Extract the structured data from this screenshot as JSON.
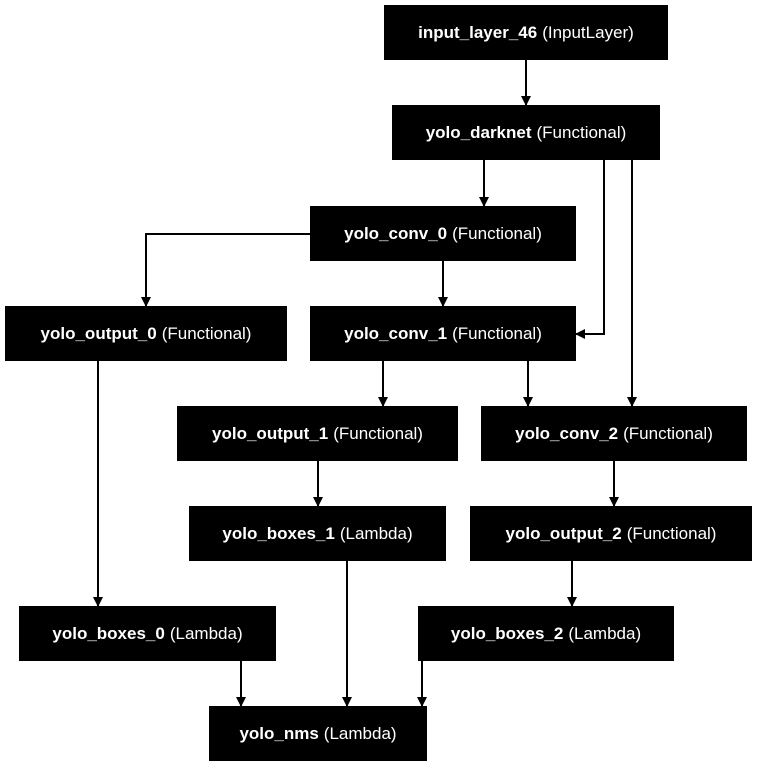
{
  "nodes": [
    {
      "id": "input_layer_46",
      "name": "input_layer_46",
      "type": "(InputLayer)"
    },
    {
      "id": "yolo_darknet",
      "name": "yolo_darknet",
      "type": "(Functional)"
    },
    {
      "id": "yolo_conv_0",
      "name": "yolo_conv_0",
      "type": "(Functional)"
    },
    {
      "id": "yolo_output_0",
      "name": "yolo_output_0",
      "type": "(Functional)"
    },
    {
      "id": "yolo_conv_1",
      "name": "yolo_conv_1",
      "type": "(Functional)"
    },
    {
      "id": "yolo_output_1",
      "name": "yolo_output_1",
      "type": "(Functional)"
    },
    {
      "id": "yolo_conv_2",
      "name": "yolo_conv_2",
      "type": "(Functional)"
    },
    {
      "id": "yolo_boxes_1",
      "name": "yolo_boxes_1",
      "type": "(Lambda)"
    },
    {
      "id": "yolo_output_2",
      "name": "yolo_output_2",
      "type": "(Functional)"
    },
    {
      "id": "yolo_boxes_0",
      "name": "yolo_boxes_0",
      "type": "(Lambda)"
    },
    {
      "id": "yolo_boxes_2",
      "name": "yolo_boxes_2",
      "type": "(Lambda)"
    },
    {
      "id": "yolo_nms",
      "name": "yolo_nms",
      "type": "(Lambda)"
    }
  ],
  "edges": [
    [
      "input_layer_46",
      "yolo_darknet"
    ],
    [
      "yolo_darknet",
      "yolo_conv_0"
    ],
    [
      "yolo_darknet",
      "yolo_conv_1"
    ],
    [
      "yolo_darknet",
      "yolo_conv_2"
    ],
    [
      "yolo_conv_0",
      "yolo_output_0"
    ],
    [
      "yolo_conv_0",
      "yolo_conv_1"
    ],
    [
      "yolo_conv_1",
      "yolo_output_1"
    ],
    [
      "yolo_conv_1",
      "yolo_conv_2"
    ],
    [
      "yolo_output_0",
      "yolo_boxes_0"
    ],
    [
      "yolo_output_1",
      "yolo_boxes_1"
    ],
    [
      "yolo_conv_2",
      "yolo_output_2"
    ],
    [
      "yolo_output_2",
      "yolo_boxes_2"
    ],
    [
      "yolo_boxes_0",
      "yolo_nms"
    ],
    [
      "yolo_boxes_1",
      "yolo_nms"
    ],
    [
      "yolo_boxes_2",
      "yolo_nms"
    ]
  ]
}
